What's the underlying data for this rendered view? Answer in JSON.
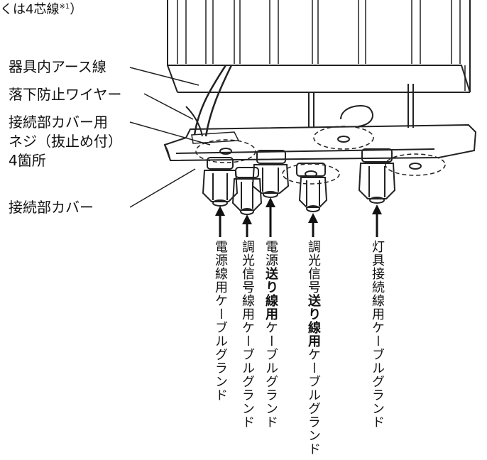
{
  "top_fragment": {
    "text": "くは4芯線",
    "sup": "※1",
    "close": "）"
  },
  "callouts": {
    "ground_wire": "器具内アース線",
    "fall_wire": "落下防止ワイヤー",
    "cover_screw_line1": "接続部カバー用",
    "cover_screw_line2": "ネジ（抜止め付）",
    "cover_screw_line3": "4箇所",
    "cover": "接続部カバー"
  },
  "glands": [
    {
      "pre": "電源線用ケーブルグランド",
      "bold": "",
      "post": ""
    },
    {
      "pre": "調光信号線用ケーブルグランド",
      "bold": "",
      "post": ""
    },
    {
      "pre": "電源",
      "bold": "送り線用",
      "post": "ケーブルグランド"
    },
    {
      "pre": "調光信号",
      "bold": "送り線用",
      "post": "ケーブルグランド"
    },
    {
      "pre": "灯具接続線用ケーブルグランド",
      "bold": "",
      "post": ""
    }
  ]
}
